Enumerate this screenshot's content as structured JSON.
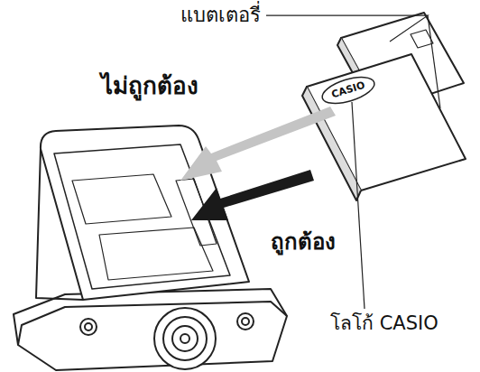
{
  "diagram": {
    "labels": [
      "แบตเตอรี่",
      "ไม่ถูกต้อง",
      "ถูกต้อง",
      "โลโก้ CASIO",
      "CASIO"
    ]
  }
}
